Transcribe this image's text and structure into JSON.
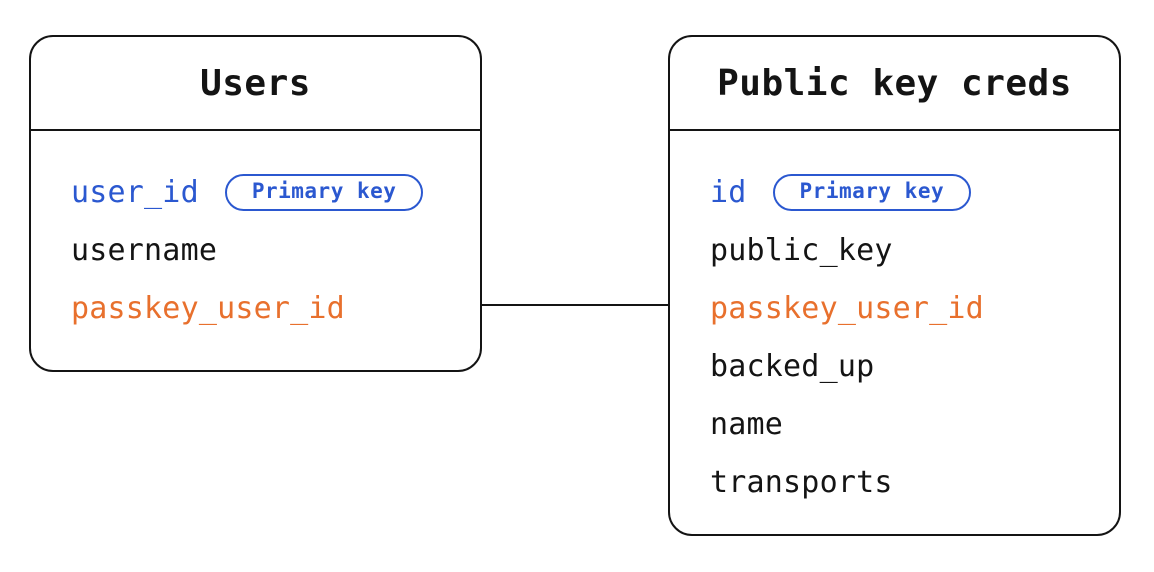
{
  "diagram": {
    "colors": {
      "primary_key_blue": "#2b58d0",
      "foreign_key_orange": "#e8702d",
      "line_black": "#141414"
    },
    "tables": [
      {
        "name": "Users",
        "fields": [
          {
            "name": "user_id",
            "color": "blue",
            "badge": "Primary key"
          },
          {
            "name": "username",
            "color": "black"
          },
          {
            "name": "passkey_user_id",
            "color": "orange"
          }
        ]
      },
      {
        "name": "Public key creds",
        "fields": [
          {
            "name": "id",
            "color": "blue",
            "badge": "Primary key"
          },
          {
            "name": "public_key",
            "color": "black"
          },
          {
            "name": "passkey_user_id",
            "color": "orange"
          },
          {
            "name": "backed_up",
            "color": "black"
          },
          {
            "name": "name",
            "color": "black"
          },
          {
            "name": "transports",
            "color": "black"
          }
        ]
      }
    ],
    "relationship": {
      "from_table": "Users",
      "from_field": "passkey_user_id",
      "to_table": "Public key creds",
      "to_field": "passkey_user_id"
    }
  }
}
